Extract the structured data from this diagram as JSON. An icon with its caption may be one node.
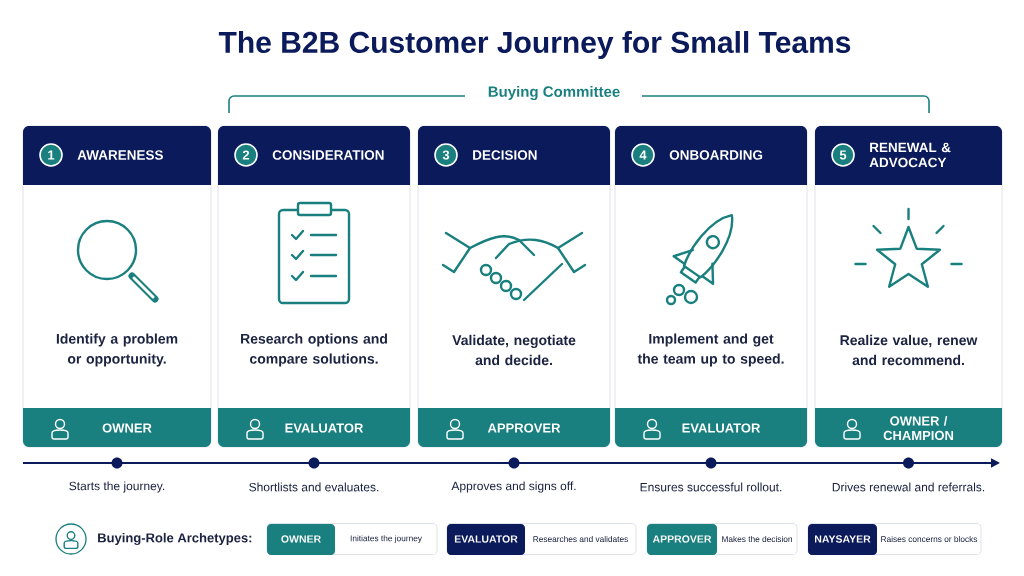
{
  "diagram": {
    "title": "The B2B Customer Journey for Small Teams",
    "nodes": [
      {
        "text": [
          "1",
          "AWARENESS",
          "Identify a problem or opportunity.",
          "OWNER"
        ]
      },
      {
        "text": [
          "2",
          "CONSIDERATION",
          "Research options and compare solutions.",
          "EVALUATOR"
        ]
      },
      {
        "text": [
          "3",
          "DECISION",
          "Validate, negotiate and decide.",
          "APPROVER"
        ]
      },
      {
        "text": [
          "4",
          "ONBOARDING",
          "Implement and get the team up to speed.",
          "EVALUATOR"
        ]
      },
      {
        "text": [
          "5",
          "RENEWAL & ADVOCACY",
          "Realize value, renew and recommend.",
          "OWNER / CHAMPION"
        ]
      },
      {
        "text": [
          "OWNER",
          "Initiates the journey"
        ]
      },
      {
        "text": [
          "EVALUATOR",
          "Researches and validates"
        ]
      },
      {
        "text": [
          "APPROVER",
          "Makes the decision"
        ]
      },
      {
        "text": [
          "NAYSAYER",
          "Raises concerns or blocks"
        ]
      }
    ],
    "labels": [
      "Buying Committee",
      "Starts the journey.",
      "Shortlists and evaluates.",
      "Approves and signs off.",
      "Ensures successful rollout.",
      "Drives renewal and referrals.",
      "Buying-Role Archetypes:"
    ]
  }
}
